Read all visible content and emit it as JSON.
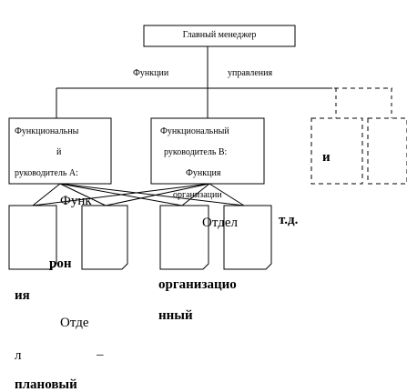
{
  "top_box": {
    "label": "Главный менеджер"
  },
  "function_row": {
    "left": "Функции",
    "right": "управления"
  },
  "box_a": {
    "line1": "Функциональны",
    "line2": "й",
    "line3": "руководитель А:"
  },
  "box_b": {
    "line1": "Функциональный",
    "line2": "руководитель В:",
    "line3": "Функция"
  },
  "box_b_overflow": "организации",
  "side_letter": "и",
  "overlay": {
    "funk": "Функ",
    "otdel": "Отдел",
    "td": "т.д.",
    "ron": "рон"
  },
  "bottom_text": {
    "iya": "ия",
    "otde": "Отде",
    "l": "л",
    "dash": "–",
    "planovy": "плановый",
    "organizatsio": "организацио",
    "nny": "нный"
  }
}
